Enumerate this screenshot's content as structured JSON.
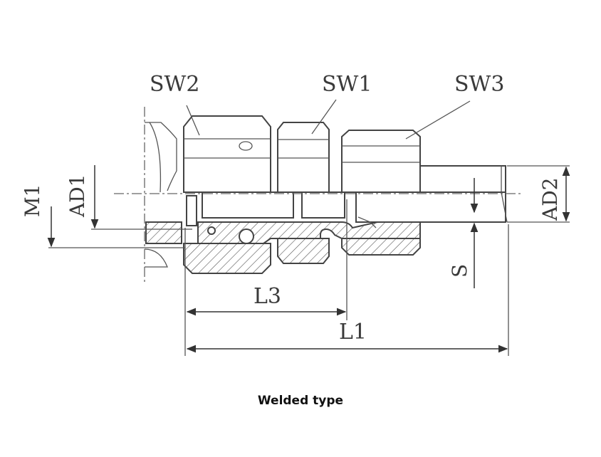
{
  "labels": {
    "sw1": "SW1",
    "sw2": "SW2",
    "sw3": "SW3",
    "m1": "M1",
    "ad1": "AD1",
    "ad2": "AD2",
    "s": "S",
    "l1": "L1",
    "l3": "L3"
  },
  "caption": "Welded type"
}
